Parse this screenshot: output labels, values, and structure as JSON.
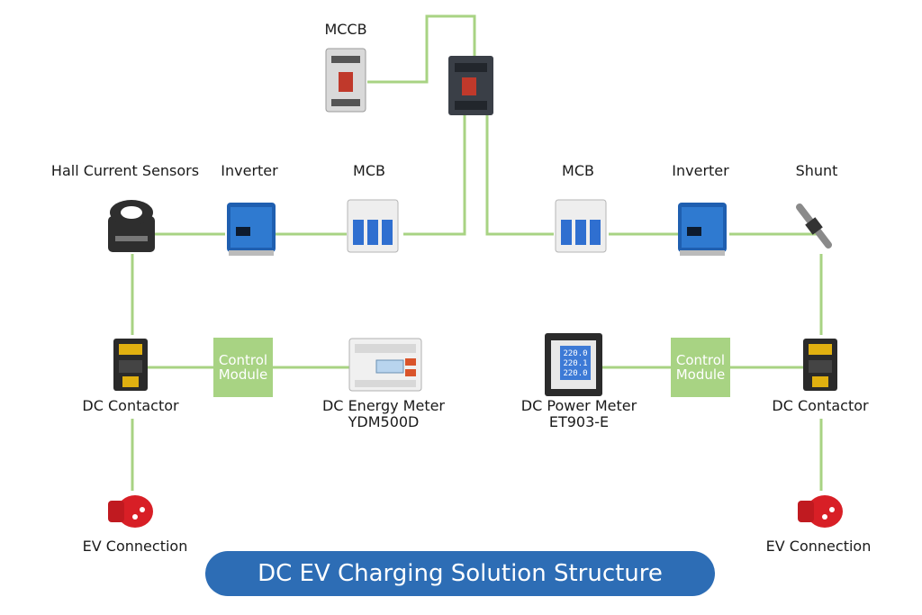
{
  "labels": {
    "mccb": "MCCB",
    "hall": "Hall Current Sensors",
    "inverter_left": "Inverter",
    "mcb_left": "MCB",
    "mcb_right": "MCB",
    "inverter_right": "Inverter",
    "shunt": "Shunt",
    "dc_contactor_left": "DC Contactor",
    "dc_contactor_right": "DC Contactor",
    "energy_meter_line1": "DC Energy Meter",
    "energy_meter_line2": "YDM500D",
    "power_meter_line1": "DC Power Meter",
    "power_meter_line2": "ET903-E",
    "ev_left": "EV Connection",
    "ev_right": "EV Connection"
  },
  "control_module": {
    "line1": "Control",
    "line2": "Module"
  },
  "meter_display": {
    "row1": "220.0",
    "row2": "220.1",
    "row3": "220.0"
  },
  "title": "DC EV Charging Solution Structure",
  "colors": {
    "wire": "#a8d383",
    "banner": "#2d6db5",
    "device_blue": "#1f5fb0"
  }
}
